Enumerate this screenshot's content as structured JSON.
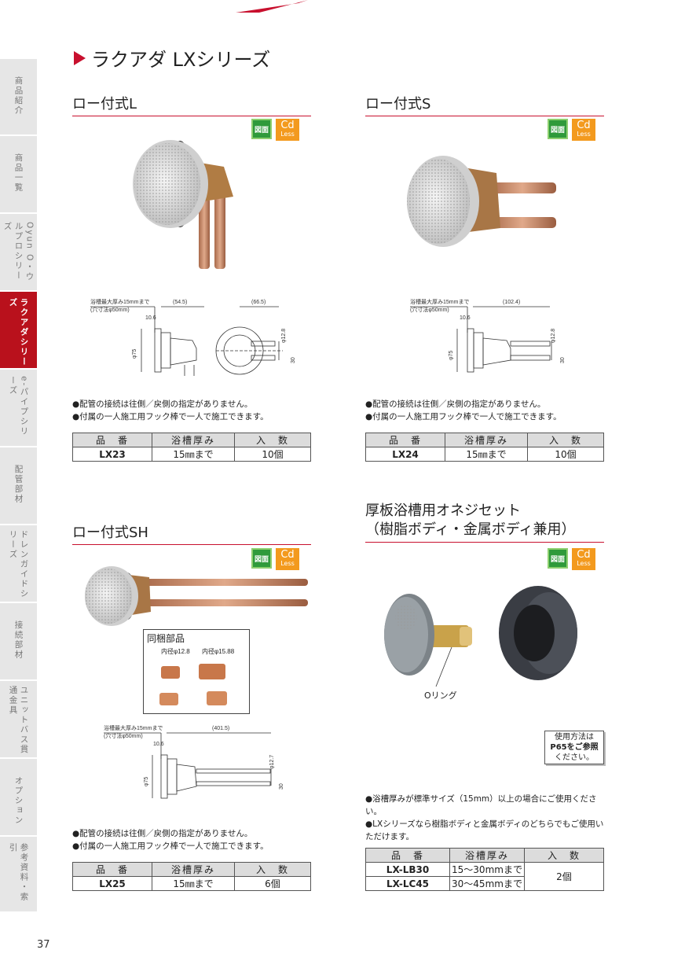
{
  "page_title": "ラクアダ LXシリーズ",
  "page_number": "37",
  "side_tabs": [
    {
      "label": "商品紹介"
    },
    {
      "label": "商品一覧"
    },
    {
      "label": "Oyun O・ウルプロシリーズ"
    },
    {
      "label": "ラクアダシリーズ",
      "active": true
    },
    {
      "label": "e-パイプシリーズ"
    },
    {
      "label": "配管部材"
    },
    {
      "label": "ドレンガイドシリーズ"
    },
    {
      "label": "接続部材"
    },
    {
      "label": "ユニットバス貫通金具"
    },
    {
      "label": "オプション"
    },
    {
      "label": "参考資料・索引"
    }
  ],
  "badges": {
    "zumen": "図面",
    "cd": "Cd",
    "less": "Less"
  },
  "colors": {
    "accent": "#c8102e",
    "tab_active": "#b9111c",
    "badge_green": "#2f9a3b",
    "badge_orange": "#f39a1e"
  },
  "headers": {
    "hinban": "品　番",
    "thickness": "浴槽厚み",
    "qty": "入　数"
  },
  "sections": {
    "L": {
      "title": "ロー付式L",
      "bullets": [
        "●配管の接続は往側／戻側の指定がありません。",
        "●付属の一人施工用フック棒で一人で施工できます。"
      ],
      "row": {
        "model": "LX23",
        "thickness": "15㎜まで",
        "qty": "10個"
      },
      "dims": {
        "note1": "浴槽最大厚み15mmまで",
        "note2": "(穴寸法φ50mm)",
        "d1": "(54.5)",
        "d2": "(66.5)",
        "t": "10.6",
        "dia": "φ75",
        "pipe": "φ12.8",
        "pitch": "30"
      }
    },
    "S": {
      "title": "ロー付式S",
      "bullets": [
        "●配管の接続は往側／戻側の指定がありません。",
        "●付属の一人施工用フック棒で一人で施工できます。"
      ],
      "row": {
        "model": "LX24",
        "thickness": "15㎜まで",
        "qty": "10個"
      },
      "dims": {
        "note1": "浴槽最大厚み15mmまで",
        "note2": "(穴寸法φ50mm)",
        "d1": "(102.4)",
        "t": "10.6",
        "dia": "φ75",
        "pipe": "φ12.8",
        "pitch": "30"
      }
    },
    "SH": {
      "title": "ロー付式SH",
      "bullets": [
        "●配管の接続は往側／戻側の指定がありません。",
        "●付属の一人施工用フック棒で一人で施工できます。"
      ],
      "row": {
        "model": "LX25",
        "thickness": "15㎜まで",
        "qty": "6個"
      },
      "included": {
        "title": "同梱部品",
        "a": "内径φ12.8",
        "b": "内径φ15.88"
      },
      "dims": {
        "note1": "浴槽最大厚み15mmまで",
        "note2": "(穴寸法φ50mm)",
        "d1": "(401.5)",
        "t": "10.6",
        "dia": "φ75",
        "pipe": "φ12.7",
        "pitch": "30"
      }
    },
    "ON": {
      "title1": "厚板浴槽用オネジセット",
      "title2": "（樹脂ボディ・金属ボディ兼用）",
      "oring": "Oリング",
      "note": [
        "使用方法は",
        "P65をご参照",
        "ください。"
      ],
      "bullets": [
        "●浴槽厚みが標準サイズ（15mm）以上の場合にご使用ください。",
        "●LXシリーズなら樹脂ボディと金属ボディのどちらでもご使用いただけます。"
      ],
      "rows": [
        {
          "model": "LX-LB30",
          "thickness": "15〜30mmまで"
        },
        {
          "model": "LX-LC45",
          "thickness": "30〜45mmまで"
        }
      ],
      "qty": "2個"
    }
  }
}
